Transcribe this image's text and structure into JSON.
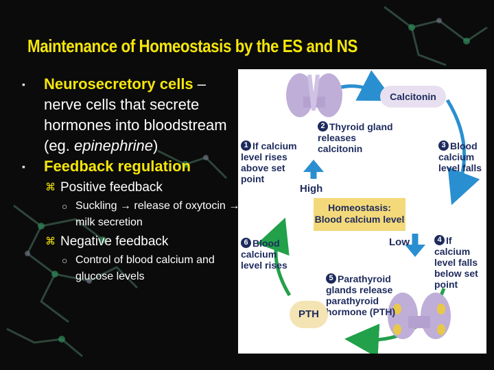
{
  "slide": {
    "title": "Maintenance of Homeostasis by the ES and NS"
  },
  "bullets": [
    {
      "emph": "Neurosecretory cells",
      "rest": " – nerve cells that secrete hormones into bloodstream (eg. ",
      "italic": "epinephrine",
      "tail": ")"
    },
    {
      "emph": "Feedback regulation"
    }
  ],
  "sub": {
    "positive": "Positive feedback",
    "positive_item_parts": [
      "Suckling ",
      " release of oxytocin ",
      " milk secretion"
    ],
    "arrow_glyph": "→",
    "negative": "Negative feedback",
    "negative_item": "Control of blood calcium and glucose levels"
  },
  "diagram": {
    "calcitonin": "Calcitonin",
    "pth": "PTH",
    "homeostasis_line1": "Homeostasis:",
    "homeostasis_line2": "Blood calcium level",
    "high": "High",
    "low": "Low",
    "steps": [
      {
        "n": "1",
        "text": "If calcium level rises above set point"
      },
      {
        "n": "2",
        "text": "Thyroid gland releases calcitonin"
      },
      {
        "n": "3",
        "text": "Blood calcium level falls"
      },
      {
        "n": "4",
        "text": "If calcium level falls below set point"
      },
      {
        "n": "5",
        "text": "Parathyroid glands release parathyroid hormone (PTH)"
      },
      {
        "n": "6",
        "text": "Blood calcium level rises"
      }
    ]
  },
  "colors": {
    "title": "#f5e60a",
    "arrow_blue": "#2a8fd0",
    "arrow_green": "#22a04a",
    "homeo_box": "#f4d97a"
  }
}
